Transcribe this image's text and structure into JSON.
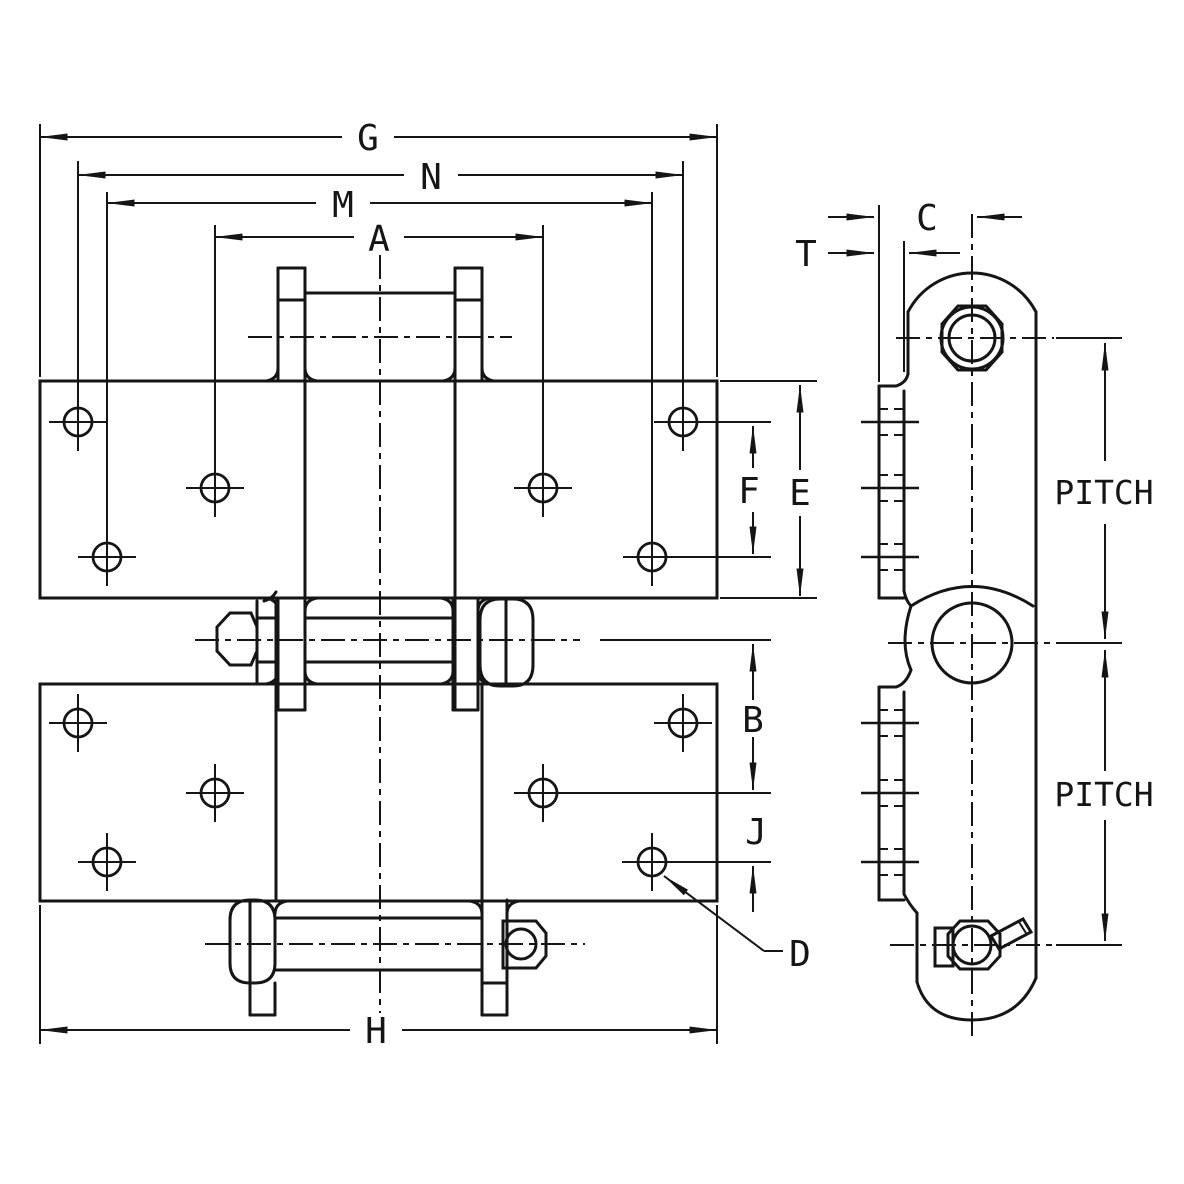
{
  "page": {
    "background": "#ffffff",
    "ink": "#151515"
  },
  "figure": {
    "kind": "engineering-dimension-drawing",
    "views": [
      "plan-view",
      "side-view"
    ]
  },
  "dim_labels": {
    "g": "G",
    "n": "N",
    "m": "M",
    "a": "A",
    "c": "C",
    "t": "T",
    "f": "F",
    "e": "E",
    "b": "B",
    "j": "J",
    "d": "D",
    "h": "H",
    "pitch_upper": "PITCH",
    "pitch_lower": "PITCH"
  }
}
